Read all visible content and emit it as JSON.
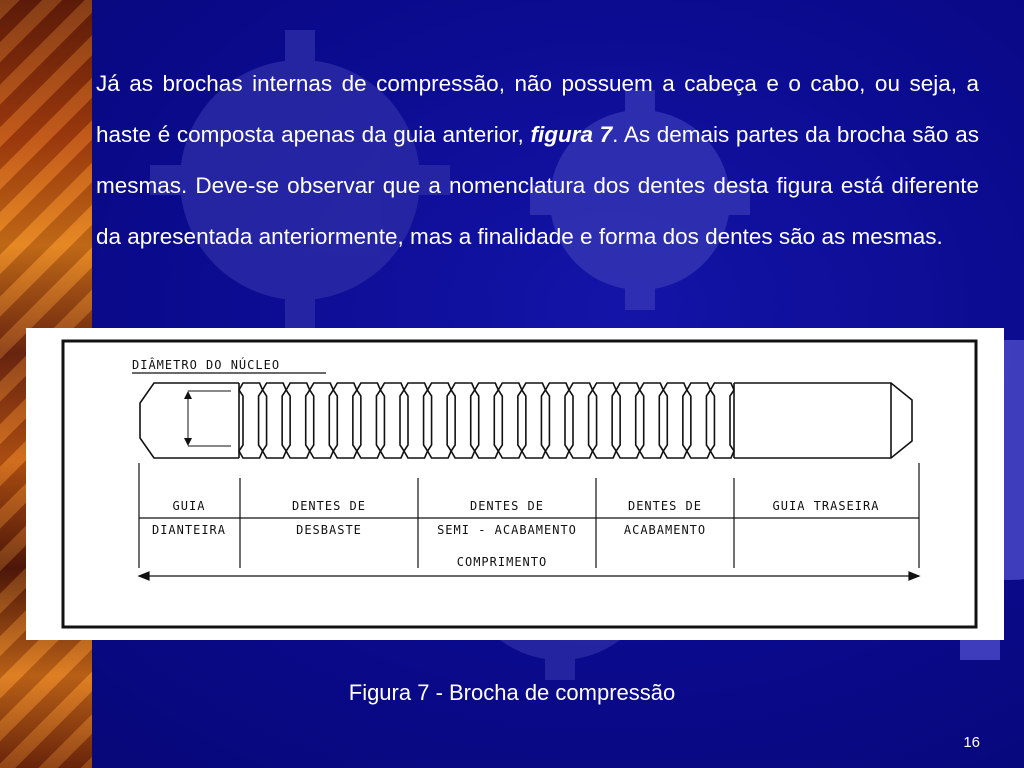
{
  "slide": {
    "body_before": "Já as brochas internas de compressão, não possuem a cabeça e o cabo, ou seja, a haste é composta apenas da guia anterior, ",
    "body_emphasis": "figura 7",
    "body_after": ". As demais partes da brocha são as mesmas. Deve-se observar que a nomenclatura dos dentes desta figura está diferente da apresentada anteriormente, mas a finalidade e forma dos dentes são as mesmas.",
    "caption": "Figura 7 - Brocha de compressão",
    "page_number": "16"
  },
  "figure": {
    "diameter_label": "DIÂMETRO DO NÚCLEO",
    "guia_line1": "GUIA",
    "guia_line2": "DIANTEIRA",
    "desbaste_line1": "DENTES DE",
    "desbaste_line2": "DESBASTE",
    "semi_line1": "DENTES DE",
    "semi_line2": "SEMI - ACABAMENTO",
    "acab_line1": "DENTES DE",
    "acab_line2": "ACABAMENTO",
    "guia_traseira": "GUIA TRASEIRA",
    "comprimento": "COMPRIMENTO"
  },
  "theme": {
    "background": "#0a0a8c",
    "gear_color": "#3b3bb8",
    "text_color": "#ffffff"
  }
}
